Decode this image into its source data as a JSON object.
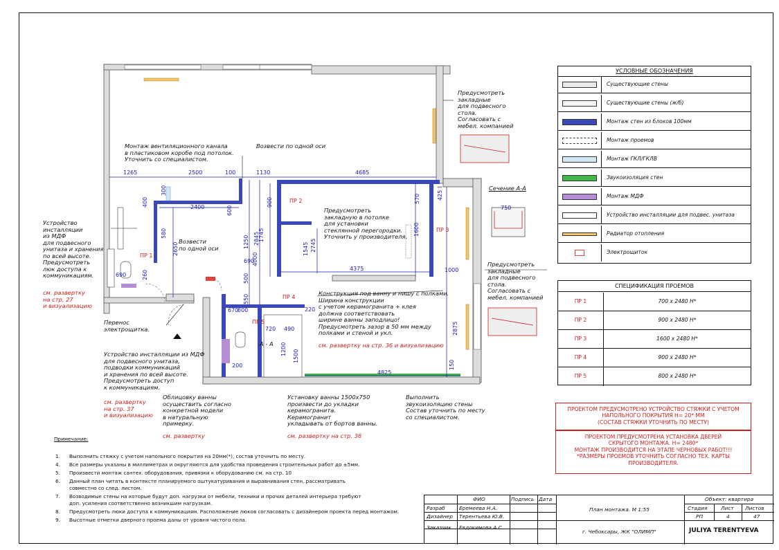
{
  "plan_notes": {
    "vent": "Монтаж вентиляционного канала\nв пластиковом коробе под потолок.\nУточнить со специалистом.",
    "axis_top": "Возвести по одной оси",
    "axis_mid": "Возвести\nпо одной оси",
    "table_top": "Предусмотреть\nзакладные\nдля подвесного\nстола.\nСогласовать с\nмебел. компанией",
    "table_right": "Предусмотреть\nзакладные\nдля подвесного\nстола.\nСогласовать с\nмебел. компанией",
    "ceiling": "Предусмотреть\nзакладную в потолке\nдля установки\nстеклянной перегородки.\nУточнить у производителя.",
    "bath_niche": "Конструкция под ванну и нишу с полками.\nШирина конструкции\nс учетом керамогранита + клея\nдолжна соответствовать\nширине ванны заподлицо!\nПредусмотреть зазор в 50 мм между\nполками и стеной и укл.",
    "bath_niche_ref": "см. разверткy на стр. 36 и визуализацию",
    "mdf_left": "Устройство\nинсталляции\nиз МДФ\nдля подвесного\nунитаза и хранения\nпо всей высоте.\nПредусмотреть\nлюк доступа к\nкоммуникациям.",
    "mdf_left_ref": "см. развертку\nна стр. 27\nи визуализацию",
    "shield": "Перенос\nэлектрощитка.",
    "mdf_bottom": "Устройство инсталляции из МДФ\nдля подвесного унитаза,\nподводки коммуникаций\nи хранения по всей высоте.\nПредусмотреть доступ\nк коммуникациям.",
    "mdf_bottom_ref": "см. развертку\nна стр. 37\nи визуализацию",
    "bath_lining": "Облицовку ванны\nосуществить согласно\nконкретной модели\nв натуральную\nпримерку.",
    "bath_lining_ref": "см. развертку",
    "bath_install": "Установку ванны 1500х750\nпроизвести до укладки\nкерамогранита.\nКерамогранит\nукладывать от бортов ванны.",
    "bath_install_ref": "см. развертку на стр. 36",
    "sound": "Выполнить\nзвукоизоляцию стены\nСостав уточнить по месту\nсо специалистом.",
    "section": "Сечение А-А",
    "section_mark": "А - А"
  },
  "dims": {
    "d1265": "1265",
    "d2500": "2500",
    "d100a": "100",
    "d1130": "1130",
    "d200": "200",
    "d4685": "4685",
    "d2400": "2400",
    "d4375": "4375",
    "d4825": "4825",
    "d1000": "1000",
    "d2845": "2845",
    "d4000": "4000",
    "d1745": "1745",
    "d1545": "1545",
    "d1600": "1600",
    "d1500": "1500",
    "d2875": "2875",
    "d2650": "2650",
    "d750": "750",
    "d570": "570",
    "d425": "425",
    "d900": "900",
    "d600": "600",
    "d300": "300",
    "d580": "580",
    "d490": "490",
    "d720": "720",
    "d670": "670",
    "d550": "550",
    "d800": "800",
    "d220": "220",
    "d690": "690",
    "d150": "150",
    "d500": "500",
    "d1250": "1250",
    "d260": "260",
    "d400": "400",
    "d1200": "1200",
    "d2745": "2745"
  },
  "openings": [
    "ПР 1",
    "ПР 2",
    "ПР 3",
    "ПР 4",
    "ПР 5"
  ],
  "legend": {
    "title": "УСЛОВНЫЕ ОБОЗНАЧЕНИЯ",
    "items": [
      {
        "label": "Существующие стены",
        "color": "#e8e8e8"
      },
      {
        "label": "Существующие стены (ж/б)",
        "color": "#f4f4f4"
      },
      {
        "label": "Монтаж стен из блоков 100мм",
        "color": "#3a48b8"
      },
      {
        "label": "Монтаж проемов",
        "color": "#ffffff"
      },
      {
        "label": "Монтаж ГКЛ/ГКЛВ",
        "color": "#cfe6f4"
      },
      {
        "label": "Звукоизоляция стен",
        "color": "#43b649"
      },
      {
        "label": "Монтаж МДФ",
        "color": "#b48fd8"
      },
      {
        "label": "Устройство инсталляции для подвес. унитаза",
        "color": "#ffffff"
      },
      {
        "label": "Радиатор отопления",
        "color": "#f3c46a"
      },
      {
        "label": "Электрощиток",
        "color": "#e0453d"
      }
    ]
  },
  "spec": {
    "title": "СПЕЦИФИКАЦИЯ ПРОЕМОВ",
    "rows": [
      {
        "name": "ПР 1",
        "size": "700 х 2480 Н*"
      },
      {
        "name": "ПР 2",
        "size": "900 х 2480 Н*"
      },
      {
        "name": "ПР 3",
        "size": "1600 х 2480 Н*"
      },
      {
        "name": "ПР 4",
        "size": "900 х 2480 Н*"
      },
      {
        "name": "ПР 5",
        "size": "800 х 2480 Н*"
      }
    ]
  },
  "warn1": "ПРОЕКТОМ ПРЕДУСМОТРЕНО УСТРОЙСТВО СТЯЖКИ С УЧЕТОМ\nНАПОЛЬНОГО ПОКРЫТИЯ Н= 20* ММ\n(СОСТАВ СТЯЖКИ УТОЧНИТЬ ПО МЕСТУ)",
  "warn2": "ПРОЕКТОМ ПРЕДУСМОТРЕНА УСТАНОВКА ДВЕРЕЙ\nСКРЫТОГО МОНТАЖА. Н= 2480*\nМОНТАЖ ПРОИЗВОДИТСЯ НА ЭТАПЕ ЧЕРНОВЫХ РАБОТ!!!\n*РАЗМЕРЫ ПРОЕМОВ УТОЧНИТЬ СОГЛАСНО ТЕХ. КАРТЫ\nПРОИЗВОДИТЕЛЯ.",
  "notes": {
    "title": "Примечание:",
    "items": [
      {
        "n": "1.",
        "text": "Выполнить стяжку с учетом напольного покрытия на 20мм(*), состав уточнить по месту."
      },
      {
        "n": "4.",
        "text": "Все размеры указаны в миллиметрах и округляются для удобства проведения строительных работ до ±5мм."
      },
      {
        "n": "5.",
        "text": "Произвести монтаж сантех. оборудования, привязки к оборудованию см. на стр. 10"
      },
      {
        "n": "6.",
        "text": "Данный план читать в контексте планируемого оштукатуривания и выравнивания стен, рассматривать"
      },
      {
        "n": "",
        "text": "совместно со след. листом."
      },
      {
        "n": "7.",
        "text": "Возводимые стены на которые будут доп. нагрузки от мебели, техники и прочих деталей интерьера требуют"
      },
      {
        "n": "",
        "text": "доп. усиления соответственно возникшим нагрузкам."
      },
      {
        "n": "8.",
        "text": "Предусмотреть люки доступа к коммуникациям. Расположение люков согласовать с дизайнером проекта перед монтажом."
      },
      {
        "n": "9.",
        "text": "Высотные отметки дверного проема даны от уровня чистого пола."
      }
    ]
  },
  "stamp": {
    "h_fio": "ФИО",
    "h_sign": "Подпись",
    "h_date": "Дата",
    "r1_role": "Разраб",
    "r1_name": "Еремеева Н.А.",
    "r2_role": "Дизайнер",
    "r2_name": "Терентьева Ю.В.",
    "r3_role": "Заказчик",
    "r3_name": "Евдокимова А.С.",
    "title": "План монтажа. М 1:55",
    "address": "г. Чебоксары, ЖК \"ОЛИМП\"",
    "object": "Объект: квартира",
    "h_stage": "Стадия",
    "h_sheet": "Лист",
    "h_sheets": "Листов",
    "stage": "РП",
    "sheet": "4",
    "sheets": "47",
    "author": "JULIYA TERENTYEVA"
  }
}
